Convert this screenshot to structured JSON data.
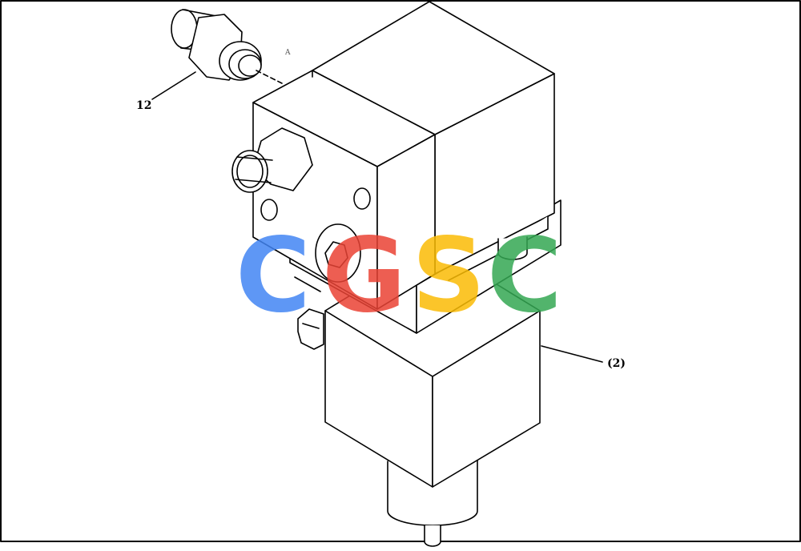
{
  "diagram": {
    "callouts": [
      {
        "id": "fitting",
        "text": "12"
      },
      {
        "id": "valve-body",
        "text": "(2)"
      }
    ],
    "view_label": "A"
  },
  "watermark": {
    "letters": [
      {
        "char": "C",
        "color": "#4285F4"
      },
      {
        "char": "G",
        "color": "#EA4335"
      },
      {
        "char": "S",
        "color": "#FBBC05"
      },
      {
        "char": "C",
        "color": "#34A853"
      }
    ]
  }
}
